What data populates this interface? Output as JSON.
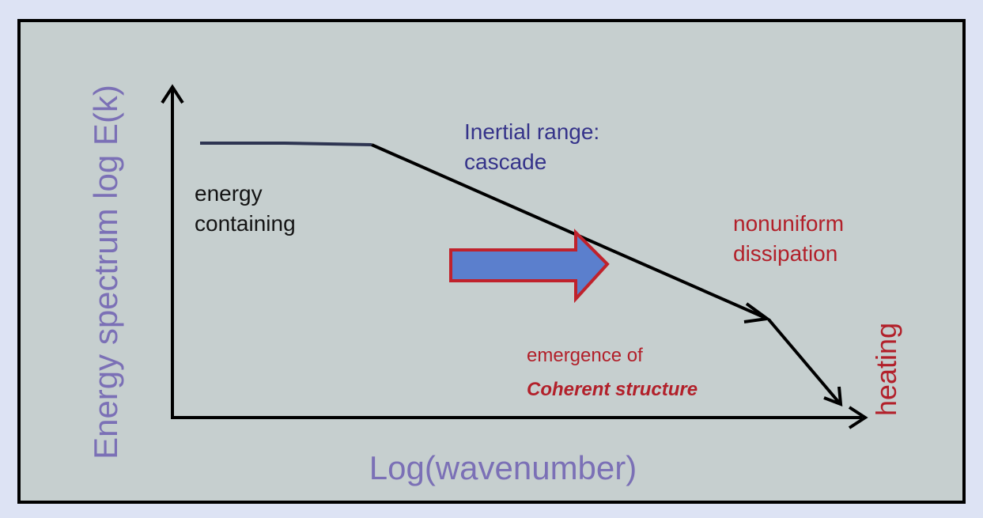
{
  "diagram": {
    "y_axis_label": "Energy spectrum  log E(k)",
    "x_axis_label": "Log(wavenumber)",
    "regions": {
      "energy_containing": [
        "energy",
        "containing"
      ],
      "inertial": [
        "Inertial range:",
        "cascade"
      ],
      "dissipation": [
        "nonuniform",
        "dissipation"
      ],
      "heating": "heating"
    },
    "emergence": {
      "line1": "emergence of",
      "line2": "Coherent structure"
    }
  },
  "colors": {
    "page_background": "#dde3f4",
    "panel_background": "#c6cfcf",
    "axis_label": "#7b70b6",
    "inertial_text": "#35338a",
    "dissipation_text": "#b2202a",
    "flow_arrow_fill": "#5b7fcd",
    "flow_arrow_stroke": "#c0222c"
  },
  "icons": {
    "flow_arrow": "right-arrow-icon"
  }
}
